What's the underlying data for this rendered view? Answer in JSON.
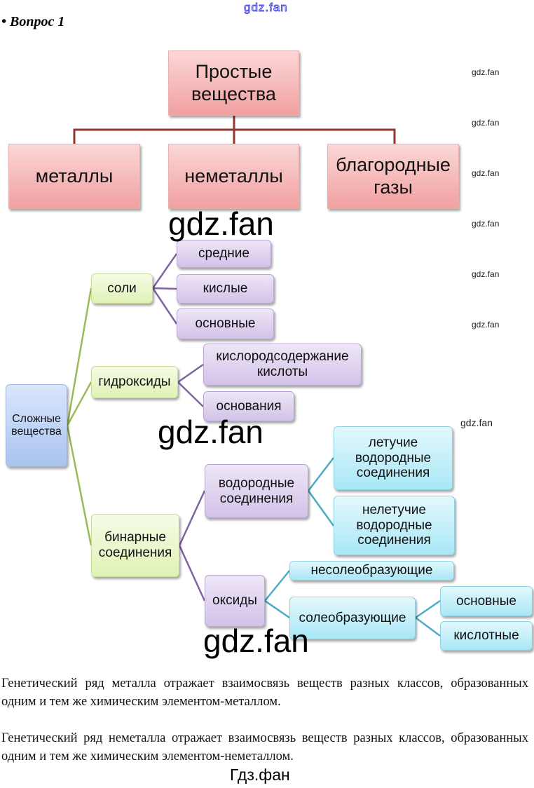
{
  "watermarks": {
    "top": "gdz.fan",
    "side": "gdz.fan",
    "big": "gdz.fan",
    "footer": "Гдз.фан"
  },
  "heading": "• Вопрос 1",
  "simple": {
    "root": "Простые вещества",
    "children": [
      "металлы",
      "неметаллы",
      "благородные газы"
    ]
  },
  "complex": {
    "root": "Сложные вещества",
    "salts": "соли",
    "salt_types": [
      "средние",
      "кислые",
      "основные"
    ],
    "hydroxides": "гидроксиды",
    "hydroxide_types": [
      "кислородсодержание кислоты",
      "основания"
    ],
    "binary": "бинарные соединения",
    "hydrogen": "водородные соединения",
    "hydrogen_types": [
      "летучие водородные соединения",
      "нелетучие водородные соединения"
    ],
    "oxides": "оксиды",
    "non_salt": "несолеобразующие",
    "salt_forming": "солеобразующие",
    "salt_forming_types": [
      "основные",
      "кислотные"
    ]
  },
  "paragraphs": [
    "Генетический ряд металла отражает взаимосвязь веществ разных классов, образованных одним и тем же химическим элементом-металлом.",
    "Генетический ряд неметалла отражает взаимосвязь веществ разных классов, образованных одним и тем же химическим элементом-неметаллом."
  ],
  "colors": {
    "simple_line": "#943634",
    "green_line": "#9bbb59",
    "purple_line": "#8064a2",
    "cyan_line": "#4bacc6"
  }
}
